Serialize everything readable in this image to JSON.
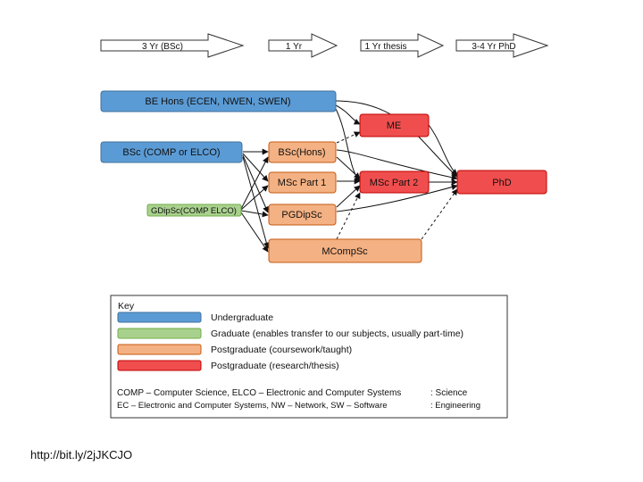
{
  "timeline": [
    {
      "label": "3 Yr  (BSc)"
    },
    {
      "label": "1 Yr"
    },
    {
      "label": "1 Yr thesis"
    },
    {
      "label": "3-4 Yr PhD"
    }
  ],
  "nodes": {
    "be_hons": {
      "label": "BE Hons (ECEN, NWEN, SWEN)"
    },
    "bsc": {
      "label": "BSc (COMP or ELCO)"
    },
    "gdipsc": {
      "label": "GDipSc(COMP ELCO)"
    },
    "bsc_hons": {
      "label": "BSc(Hons)"
    },
    "msc_part1": {
      "label": "MSc Part 1"
    },
    "pgdipsc": {
      "label": "PGDipSc"
    },
    "mcompsc": {
      "label": "MCompSc"
    },
    "me": {
      "label": "ME"
    },
    "msc_part2": {
      "label": "MSc Part 2"
    },
    "phd": {
      "label": "PhD"
    }
  },
  "colors": {
    "undergraduate": "#5b9bd5",
    "graduate": "#a9d18e",
    "postgrad_coursework": "#f4b183",
    "postgrad_research": "#f04e4e"
  },
  "key": {
    "title": "Key",
    "items": [
      {
        "label": "Undergraduate",
        "color": "#5b9bd5"
      },
      {
        "label": "Graduate (enables transfer to our subjects, usually part-time)",
        "color": "#a9d18e"
      },
      {
        "label": "Postgraduate (coursework/taught)",
        "color": "#f4b183"
      },
      {
        "label": "Postgraduate (research/thesis)",
        "color": "#f04e4e"
      }
    ],
    "abbreviations": [
      {
        "left": "COMP – Computer Science,      ELCO – Electronic and Computer Systems",
        "right": ": Science"
      },
      {
        "left": "EC – Electronic and Computer Systems, NW – Network,  SW – Software",
        "right": ": Engineering"
      }
    ]
  },
  "footer": {
    "link": "http://bit.ly/2jJKCJO"
  }
}
